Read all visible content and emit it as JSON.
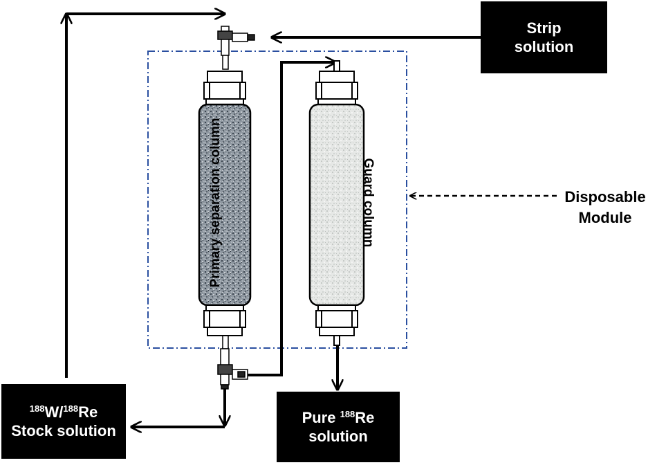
{
  "strip_box": {
    "line1": "Strip",
    "line2": "solution"
  },
  "stock_box": {
    "iso1_mass": "188",
    "iso1_sym": "W/",
    "iso2_mass": "188",
    "iso2_sym": "Re",
    "line2": "Stock solution"
  },
  "pure_box": {
    "prefix": "Pure ",
    "mass": "188",
    "sym": "Re",
    "line2": "solution"
  },
  "module_label": {
    "line1": "Disposable",
    "line2": "Module"
  },
  "primary_column_label": "Primary separation column",
  "guard_column_label": "Guard column",
  "colors": {
    "module_border": "#2a4fa0",
    "line": "#000000",
    "box_fill": "#000000",
    "box_text": "#ffffff"
  }
}
